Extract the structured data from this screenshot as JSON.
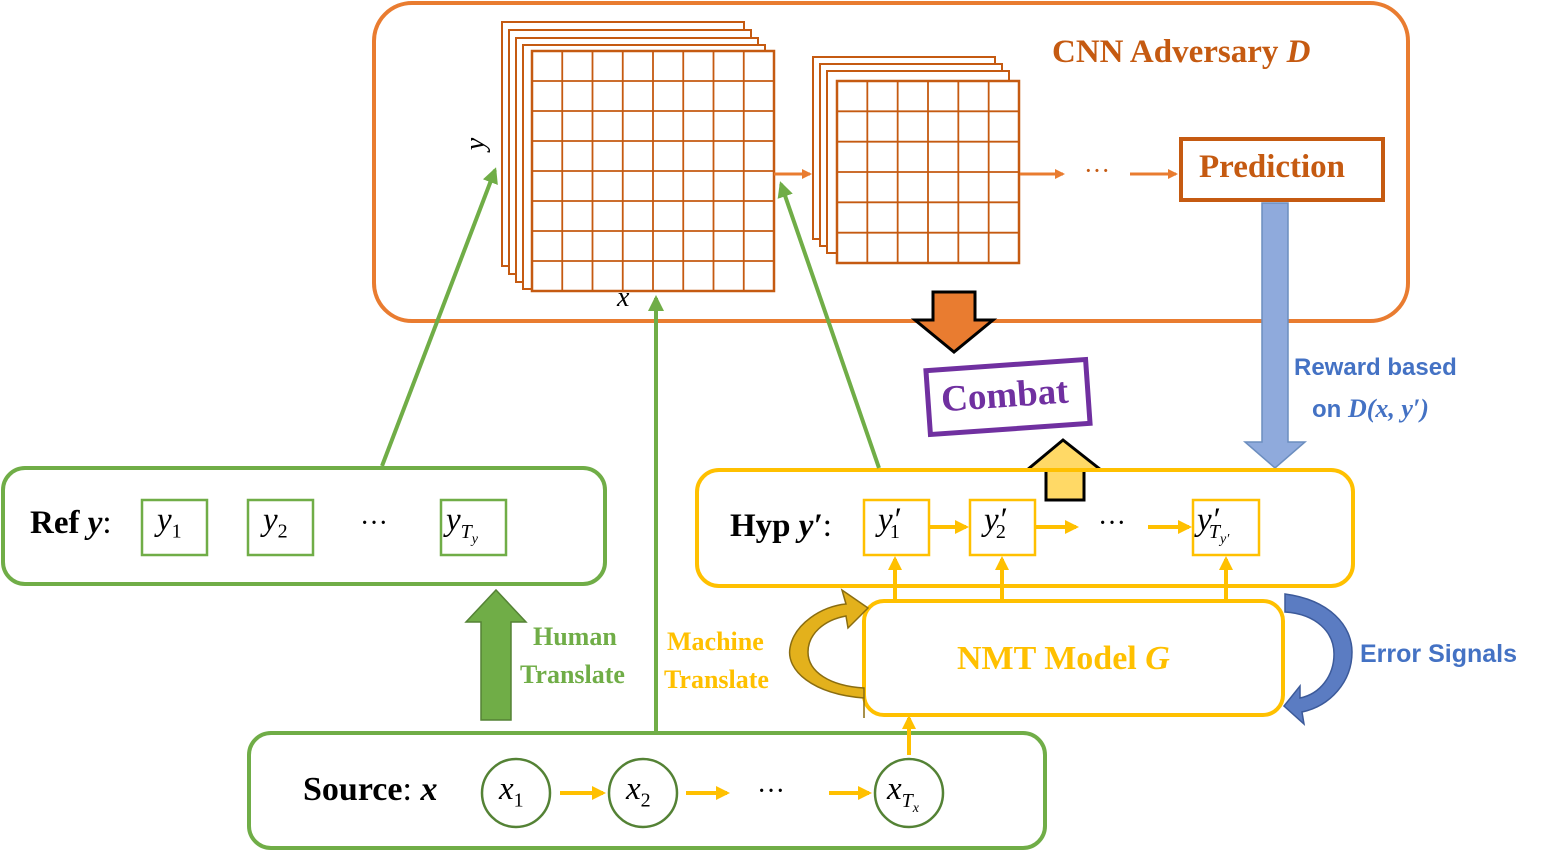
{
  "colors": {
    "orange": "#E97C30",
    "orange_text": "#C55A11",
    "green": "#70AD47",
    "green_text": "#70AD47",
    "yellow": "#FFC000",
    "yellow_light": "#FFD966",
    "blue": "#8FAADC",
    "blue_text": "#4472C4",
    "purple": "#7030A0",
    "grid": "#C55A11"
  },
  "cnn": {
    "title_prefix": "CNN Adversary ",
    "title_var": "D",
    "axis_y": "y",
    "axis_x": "x",
    "ellipsis": "···",
    "prediction": "Prediction"
  },
  "combat": {
    "label": "Combat"
  },
  "reward": {
    "line1": "Reward based",
    "line2_prefix": "on ",
    "line2_expr": "D(x, y′)"
  },
  "ref": {
    "label_prefix": "Ref ",
    "label_var": "y",
    "label_suffix": ":",
    "tokens": [
      "y",
      "y",
      "y"
    ],
    "subs": [
      "1",
      "2",
      "T"
    ],
    "subsub": "y",
    "ellipsis": "···"
  },
  "hyp": {
    "label_prefix": "Hyp ",
    "label_var": "y′",
    "label_suffix": ":",
    "tokens": [
      "y′",
      "y′",
      "y′"
    ],
    "subs": [
      "1",
      "2",
      "T"
    ],
    "subsub": "y′",
    "ellipsis": "···"
  },
  "human_translate": {
    "line1": "Human",
    "line2": "Translate"
  },
  "machine_translate": {
    "line1": "Machine",
    "line2": "Translate"
  },
  "nmt": {
    "label_prefix": "NMT Model ",
    "label_var": "G"
  },
  "error_signals": "Error Signals",
  "source": {
    "label_prefix": "Source",
    "label_colon": ": ",
    "label_var": "x",
    "tokens": [
      "x",
      "x",
      "x"
    ],
    "subs": [
      "1",
      "2",
      "T"
    ],
    "subsub": "x",
    "ellipsis": "···"
  }
}
